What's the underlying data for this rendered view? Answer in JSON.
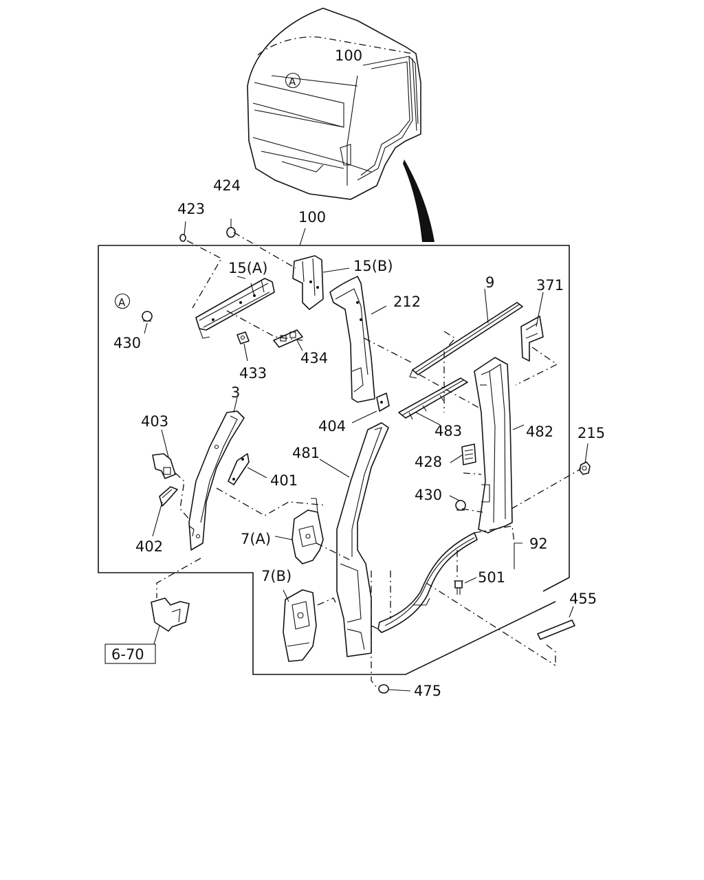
{
  "diagram": {
    "labels": {
      "cab_100": "100",
      "marker_a_cab": "A",
      "p424": "424",
      "p423": "423",
      "p100": "100",
      "p15b": "15(B)",
      "p15a": "15(A)",
      "marker_a_left": "A",
      "p430_left": "430",
      "p433": "433",
      "p434": "434",
      "p212": "212",
      "p9": "9",
      "p371": "371",
      "p3": "3",
      "p403": "403",
      "p401": "401",
      "p402": "402",
      "p404": "404",
      "p483": "483",
      "p481": "481",
      "p482": "482",
      "p215": "215",
      "p428": "428",
      "p430_right": "430",
      "p7a": "7(A)",
      "p7b": "7(B)",
      "p92": "92",
      "p501": "501",
      "p455": "455",
      "p475": "475",
      "ref_6_70": "6-70"
    }
  }
}
